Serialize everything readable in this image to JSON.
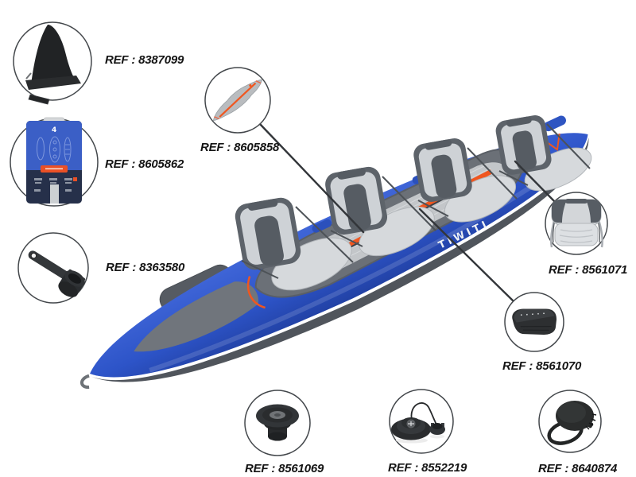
{
  "kayak": {
    "brand": "TIWITI",
    "capacity_label": "4",
    "seat_count": 4,
    "hull_color": "#2e54c6",
    "accent_color": "#f0561f",
    "rim_color": "#50555c",
    "floor_color": "#c3c6c9"
  },
  "parts": [
    {
      "icon": "skeg-fin-icon",
      "ref": "REF : 8387099"
    },
    {
      "icon": "pressure-gauge-card-icon",
      "ref": "REF : 8605862"
    },
    {
      "icon": "valve-wrench-icon",
      "ref": "REF : 8363580"
    },
    {
      "icon": "inflatable-floor-icon",
      "ref": "REF : 8605858"
    },
    {
      "icon": "seat-icon",
      "ref": "REF : 8561071"
    },
    {
      "icon": "footrest-pad-icon",
      "ref": "REF : 8561070"
    },
    {
      "icon": "valve-insert-icon",
      "ref": "REF : 8561069"
    },
    {
      "icon": "valve-with-cap-icon",
      "ref": "REF : 8552219"
    },
    {
      "icon": "sealing-cap-icon",
      "ref": "REF : 8640874"
    }
  ]
}
